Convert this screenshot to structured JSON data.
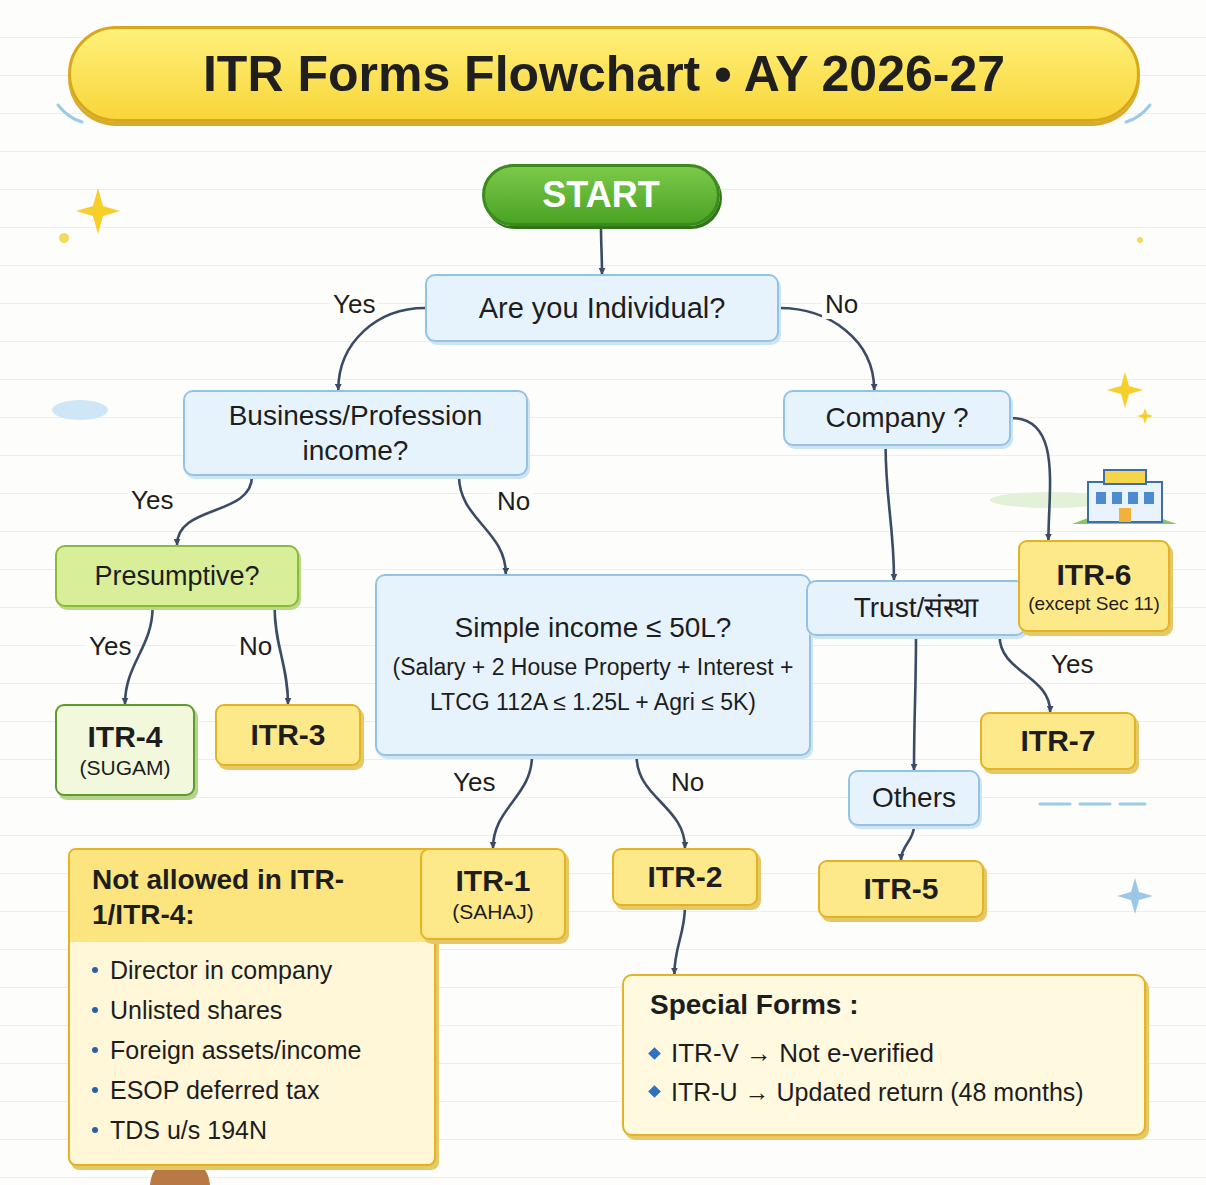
{
  "diagram": {
    "title": "ITR Forms Flowchart • AY 2026-27",
    "nodes": [
      {
        "text": [
          "START"
        ]
      },
      {
        "text": [
          "Are you Individual?"
        ]
      },
      {
        "text": [
          "Business/Profession income?"
        ]
      },
      {
        "text": [
          "Company ?"
        ]
      },
      {
        "text": [
          "Presumptive?"
        ]
      },
      {
        "text": [
          "Simple income ≤ 50L?",
          "(Salary + 2 House Property + Interest + LTCG 112A ≤ 1.25L + Agri ≤ 5K)"
        ]
      },
      {
        "text": [
          "Trust/संस्था"
        ]
      },
      {
        "text": [
          "ITR-6",
          "(except Sec 11)"
        ]
      },
      {
        "text": [
          "ITR-4",
          "(SUGAM)"
        ]
      },
      {
        "text": [
          "ITR-3"
        ]
      },
      {
        "text": [
          "ITR-7"
        ]
      },
      {
        "text": [
          "Others"
        ]
      },
      {
        "text": [
          "Not allowed in ITR-1/ITR-4:",
          "Director in company",
          "Unlisted shares",
          "Foreign assets/income",
          "ESOP deferred tax",
          "TDS u/s 194N"
        ]
      },
      {
        "text": [
          "ITR-1",
          "(SAHAJ)"
        ]
      },
      {
        "text": [
          "ITR-2"
        ]
      },
      {
        "text": [
          "ITR-5"
        ]
      },
      {
        "text": [
          "Special Forms :",
          "ITR-V → Not e-verified",
          "ITR-U → Updated return (48 months)"
        ]
      }
    ],
    "edges": [
      {
        "from": 0,
        "to": 1,
        "arrow": "to"
      },
      {
        "from": 1,
        "to": 2,
        "label": "Yes",
        "arrow": "to"
      },
      {
        "from": 1,
        "to": 3,
        "label": "No",
        "arrow": "to"
      },
      {
        "from": 2,
        "to": 4,
        "label": "Yes",
        "arrow": "to"
      },
      {
        "from": 2,
        "to": 5,
        "label": "No",
        "arrow": "to"
      },
      {
        "from": 4,
        "to": 8,
        "label": "Yes",
        "arrow": "to"
      },
      {
        "from": 4,
        "to": 9,
        "label": "No",
        "arrow": "to"
      },
      {
        "from": 5,
        "to": 13,
        "label": "Yes",
        "arrow": "to"
      },
      {
        "from": 5,
        "to": 14,
        "label": "No",
        "arrow": "to"
      },
      {
        "from": 3,
        "to": 7,
        "arrow": "to"
      },
      {
        "from": 3,
        "to": 6,
        "arrow": "to"
      },
      {
        "from": 6,
        "to": 10,
        "label": "Yes",
        "arrow": "to"
      },
      {
        "from": 6,
        "to": 11,
        "arrow": "to"
      },
      {
        "from": 11,
        "to": 15,
        "arrow": "to"
      },
      {
        "from": 14,
        "to": 16,
        "arrow": "to"
      }
    ]
  }
}
